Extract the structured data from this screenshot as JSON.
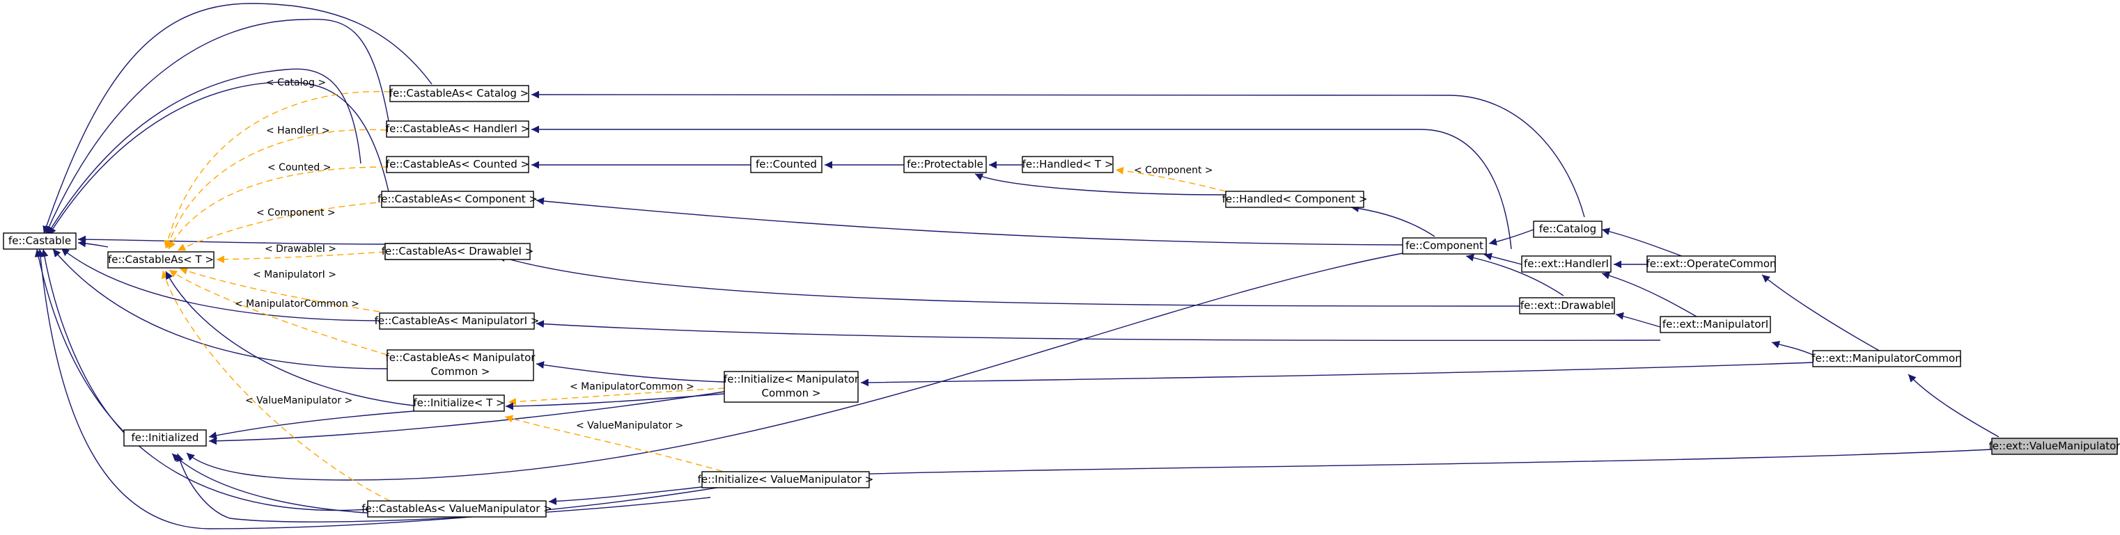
{
  "diagram": {
    "nodes": {
      "castable": "fe::Castable",
      "castableAsT": "fe::CastableAs< T >",
      "initialized": "fe::Initialized",
      "castableAsCatalog": "fe::CastableAs< Catalog >",
      "castableAsHandlerI": "fe::CastableAs< HandlerI >",
      "castableAsCounted": "fe::CastableAs< Counted >",
      "castableAsComponent": "fe::CastableAs< Component >",
      "castableAsDrawableI": "fe::CastableAs< DrawableI >",
      "castableAsManipulatorI": "fe::CastableAs< ManipulatorI >",
      "castableAsManipulatorCommon": [
        "fe::CastableAs< Manipulator",
        "Common >"
      ],
      "initializeT": "fe::Initialize< T >",
      "castableAsValueManipulator": "fe::CastableAs< ValueManipulator >",
      "counted": "fe::Counted",
      "protectable": "fe::Protectable",
      "handledT": "fe::Handled< T >",
      "handledComponent": "fe::Handled< Component >",
      "initializeManipulatorCommon": [
        "fe::Initialize< Manipulator",
        "Common >"
      ],
      "initializeValueManipulator": "fe::Initialize< ValueManipulator >",
      "component": "fe::Component",
      "catalog": "fe::Catalog",
      "handlerI": "fe::ext::HandlerI",
      "drawableI": "fe::ext::DrawableI",
      "operateCommon": "fe::ext::OperateCommon",
      "manipulatorI": "fe::ext::ManipulatorI",
      "manipulatorCommon": "fe::ext::ManipulatorCommon",
      "valueManipulator": "fe::ext::ValueManipulator"
    },
    "edge_labels": {
      "catalog": "< Catalog >",
      "handlerI": "< HandlerI >",
      "counted": "< Counted >",
      "component": "< Component >",
      "drawableI": "< DrawableI >",
      "manipulatorI": "< ManipulatorI >",
      "manipulatorCommon": "< ManipulatorCommon >",
      "valueManipulator": "< ValueManipulator >",
      "handledComponent": "< Component >",
      "initManipulatorCommon": "< ManipulatorCommon >",
      "initValueManipulator": "< ValueManipulator >"
    },
    "colors": {
      "inheritance": "#191970",
      "template": "#ffa500",
      "highlight_fill": "#bfbfbf"
    }
  }
}
